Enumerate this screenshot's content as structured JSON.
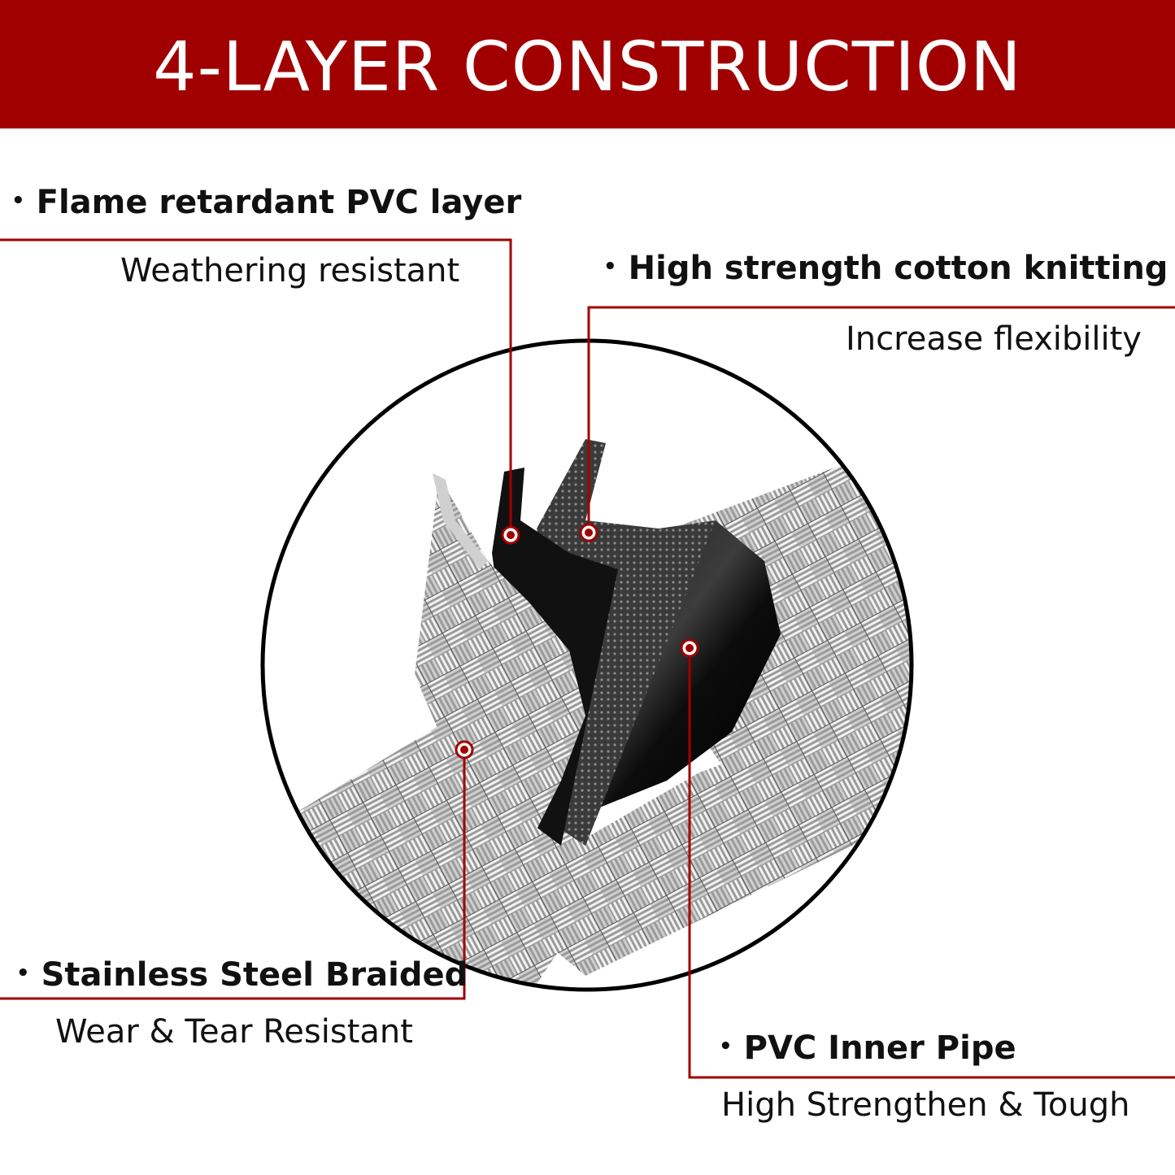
{
  "banner": {
    "title": "4-LAYER CONSTRUCTION",
    "color": "#a10000"
  },
  "bullet_glyph": "•",
  "layers": [
    {
      "title": "Flame retardant PVC layer",
      "subtitle": "Weathering resistant"
    },
    {
      "title": "High strength cotton knitting",
      "subtitle": "Increase flexibility"
    },
    {
      "title": "Stainless Steel Braided",
      "subtitle": "Wear & Tear Resistant"
    },
    {
      "title": "PVC Inner Pipe",
      "subtitle": "High Strengthen & Tough"
    }
  ],
  "colors": {
    "leader_line": "#a10000",
    "text": "#111111",
    "background": "#ffffff"
  }
}
